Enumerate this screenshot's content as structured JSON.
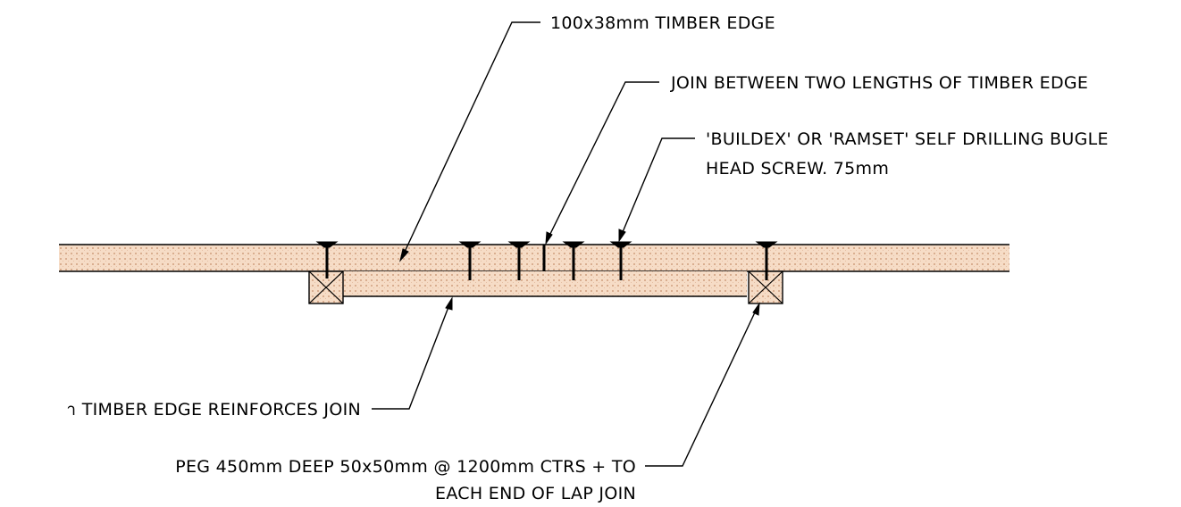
{
  "labels": {
    "timber_edge": "100x38mm TIMBER EDGE",
    "join": "JOIN BETWEEN TWO LENGTHS OF TIMBER EDGE",
    "screw_line1": "'BUILDEX' OR 'RAMSET' SELF DRILLING BUGLE",
    "screw_line2": "HEAD SCREW. 75mm",
    "reinforce": "า TIMBER EDGE REINFORCES JOIN",
    "peg_line1": "PEG 450mm DEEP 50x50mm @ 1200mm CTRS + TO",
    "peg_line2": "EACH END OF LAP JOIN"
  },
  "colors": {
    "timber_fill": "#f6dcc6",
    "timber_hatch": "#d9ae90",
    "line": "#000000"
  }
}
